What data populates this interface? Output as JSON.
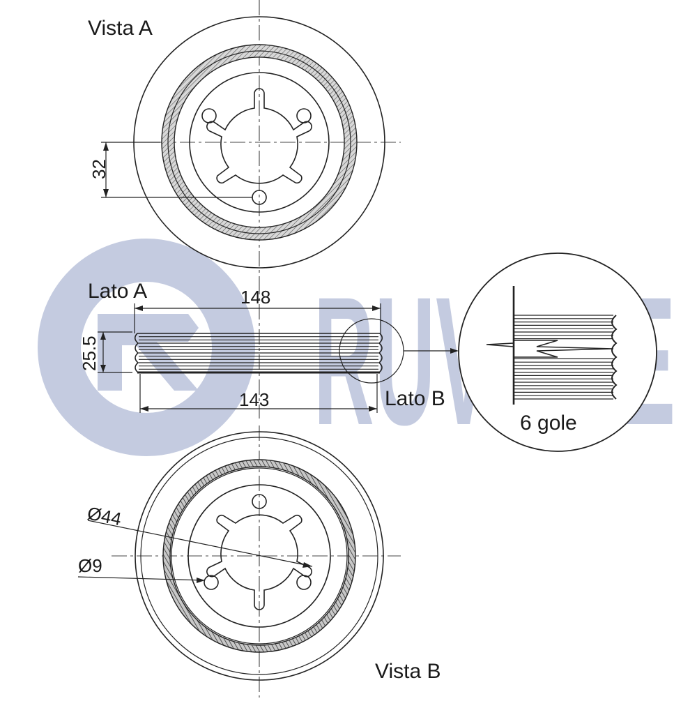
{
  "brand": {
    "watermark_text": "RUVILLE",
    "watermark_color": "#c4cbe0",
    "logo_icon": "ruville-logo-icon"
  },
  "views": {
    "view_a_label": "Vista A",
    "view_b_label": "Vista B",
    "side_a_label": "Lato A",
    "side_b_label": "Lato B"
  },
  "dimensions": {
    "bolt_offset": "32",
    "outer_width": "148",
    "inner_width": "143",
    "thickness": "25.5",
    "center_bore": "Ø44",
    "bolt_hole": "Ø9"
  },
  "detail": {
    "grooves_label": "6 gole"
  },
  "colors": {
    "line": "#222222",
    "background": "#ffffff"
  }
}
